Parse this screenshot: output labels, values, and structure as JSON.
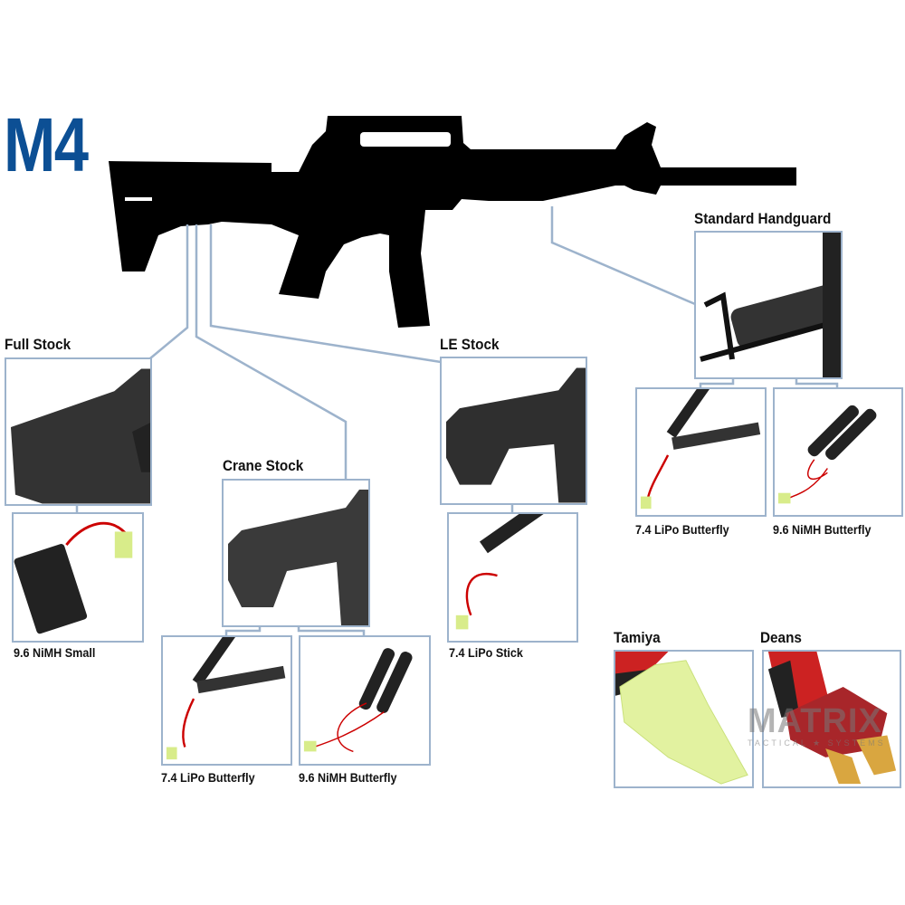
{
  "title": "M4",
  "sections": {
    "full_stock": {
      "label": "Full Stock",
      "battery": {
        "label": "9.6 NiMH Small"
      }
    },
    "crane_stock": {
      "label": "Crane Stock",
      "batteries": [
        {
          "label": "7.4 LiPo Butterfly"
        },
        {
          "label": "9.6 NiMH Butterfly"
        }
      ]
    },
    "le_stock": {
      "label": "LE Stock",
      "battery": {
        "label": "7.4 LiPo Stick"
      }
    },
    "standard_handguard": {
      "label": "Standard Handguard",
      "batteries": [
        {
          "label": "7.4 LiPo Butterfly"
        },
        {
          "label": "9.6 NiMH Butterfly"
        }
      ]
    }
  },
  "connectors": [
    {
      "label": "Tamiya"
    },
    {
      "label": "Deans"
    }
  ],
  "watermark": "MATRIX TACTICAL SYSTEMS",
  "colors": {
    "title": "#0c4f94",
    "box_border": "#9db3cc",
    "line": "#9db3cc"
  }
}
